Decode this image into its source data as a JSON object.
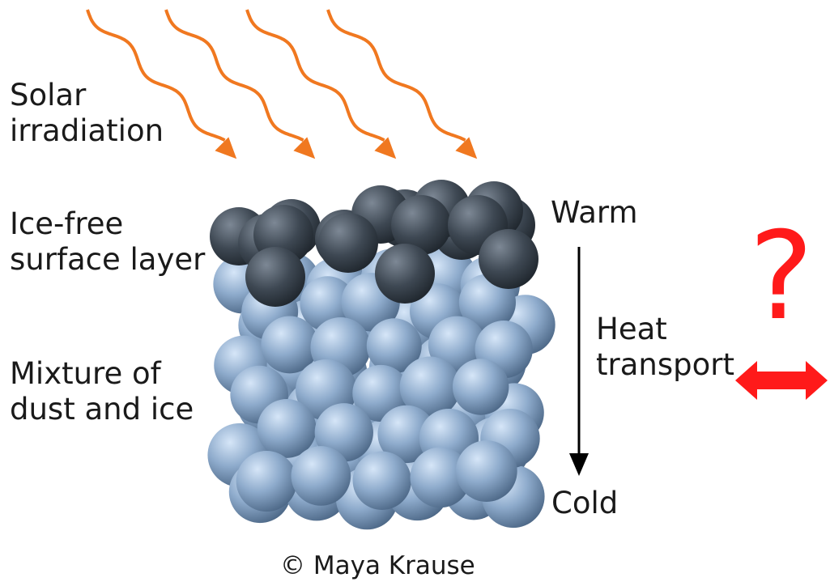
{
  "labels": {
    "solar": "Solar\nirradiation",
    "ice_free": "Ice-free\nsurface layer",
    "mixture": "Mixture of\ndust and ice",
    "warm": "Warm",
    "heat": "Heat\ntransport",
    "cold": "Cold",
    "question": "?",
    "copyright": "© Maya Krause"
  },
  "colors": {
    "irradiation": "#f07820",
    "surface_particle": "#3a4450",
    "ice_particle": "#8aa8cc",
    "heat_arrow": "#000000",
    "lateral_arrow": "#ff0000",
    "question": "#ff0000"
  },
  "icons": {
    "irradiation": "wavy-arrow-icon",
    "heat": "down-arrow-icon",
    "lateral": "double-arrow-icon"
  }
}
